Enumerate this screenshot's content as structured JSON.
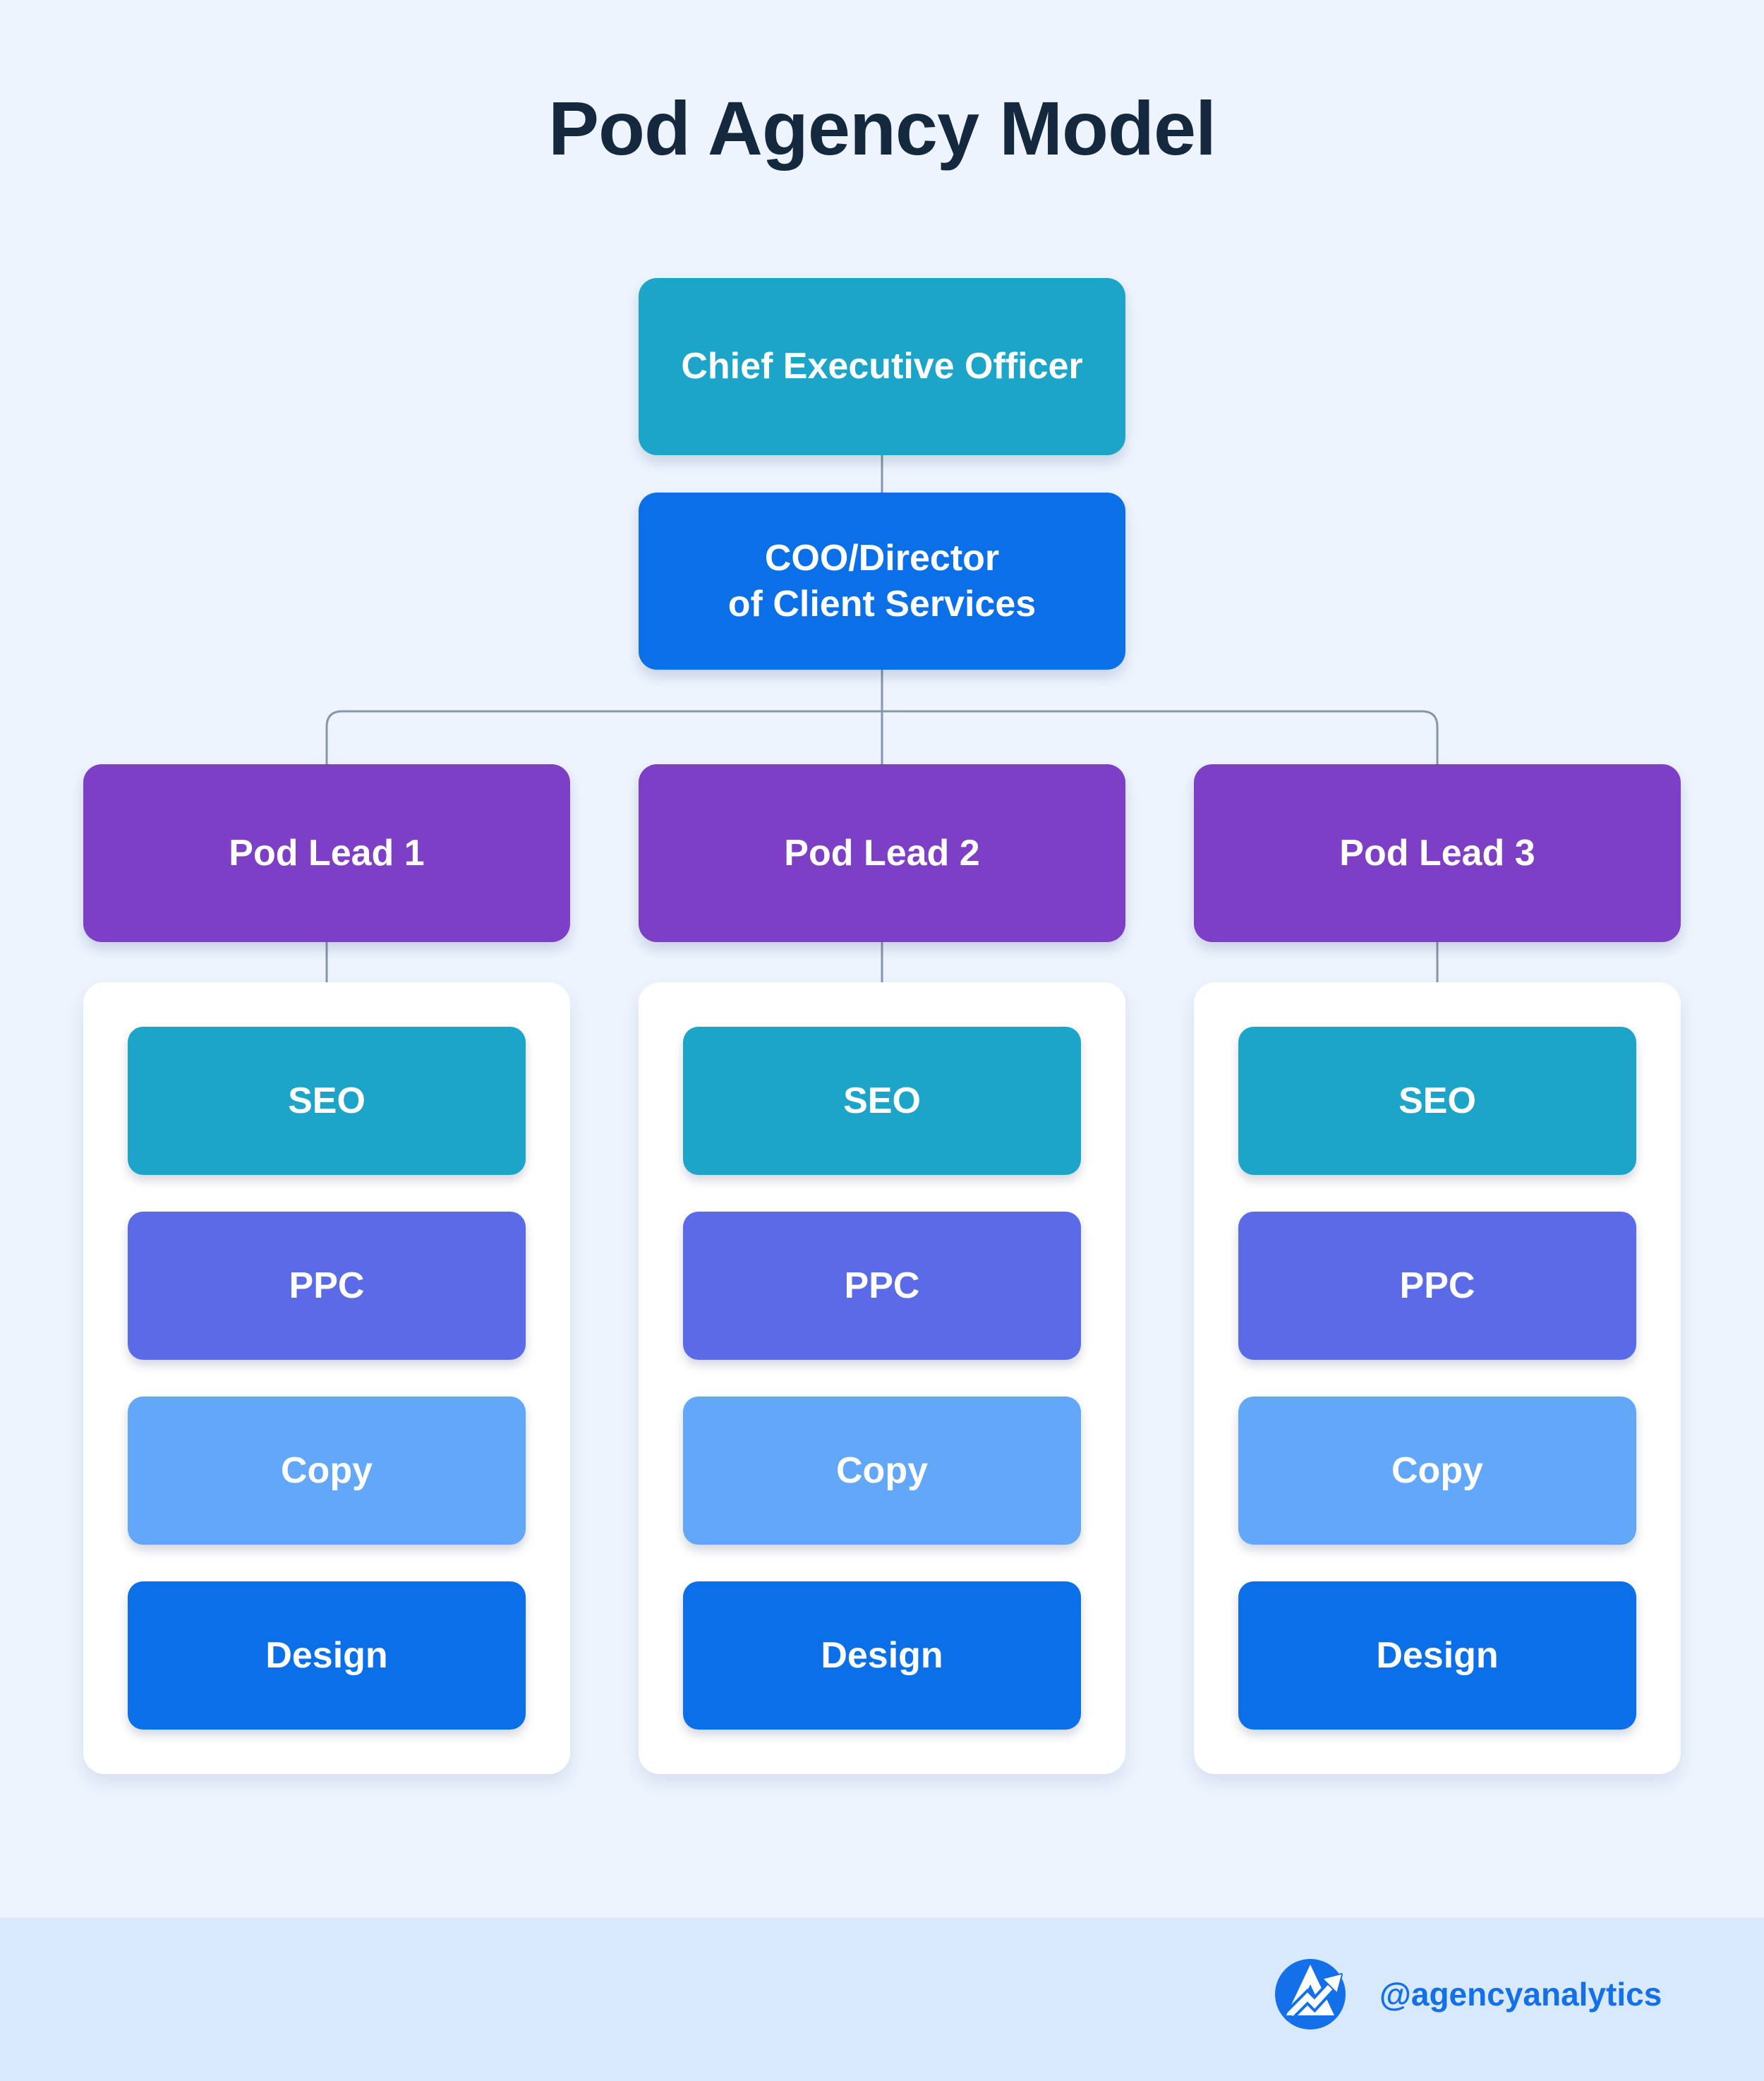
{
  "title": "Pod Agency Model",
  "chart": {
    "ceo": {
      "label": "Chief Executive Officer"
    },
    "coo": {
      "label": "COO/Director\nof Client Services"
    },
    "pods": [
      {
        "lead": "Pod Lead 1",
        "services": [
          "SEO",
          "PPC",
          "Copy",
          "Design"
        ]
      },
      {
        "lead": "Pod Lead 2",
        "services": [
          "SEO",
          "PPC",
          "Copy",
          "Design"
        ]
      },
      {
        "lead": "Pod Lead 3",
        "services": [
          "SEO",
          "PPC",
          "Copy",
          "Design"
        ]
      }
    ]
  },
  "footer": {
    "handle": "@agencyanalytics",
    "logo": "agencyanalytics-logo"
  },
  "colors": {
    "bg": "#EDF4FE",
    "footer-bg": "#D9E9FC",
    "title": "#14293D",
    "teal": "#1CA4C9",
    "blue": "#0B70E8",
    "purple": "#7D3FC6",
    "ppc": "#5B6BE8",
    "copy": "#62A7F8",
    "connector": "#8796A8",
    "logo-blue": "#1470E8"
  }
}
